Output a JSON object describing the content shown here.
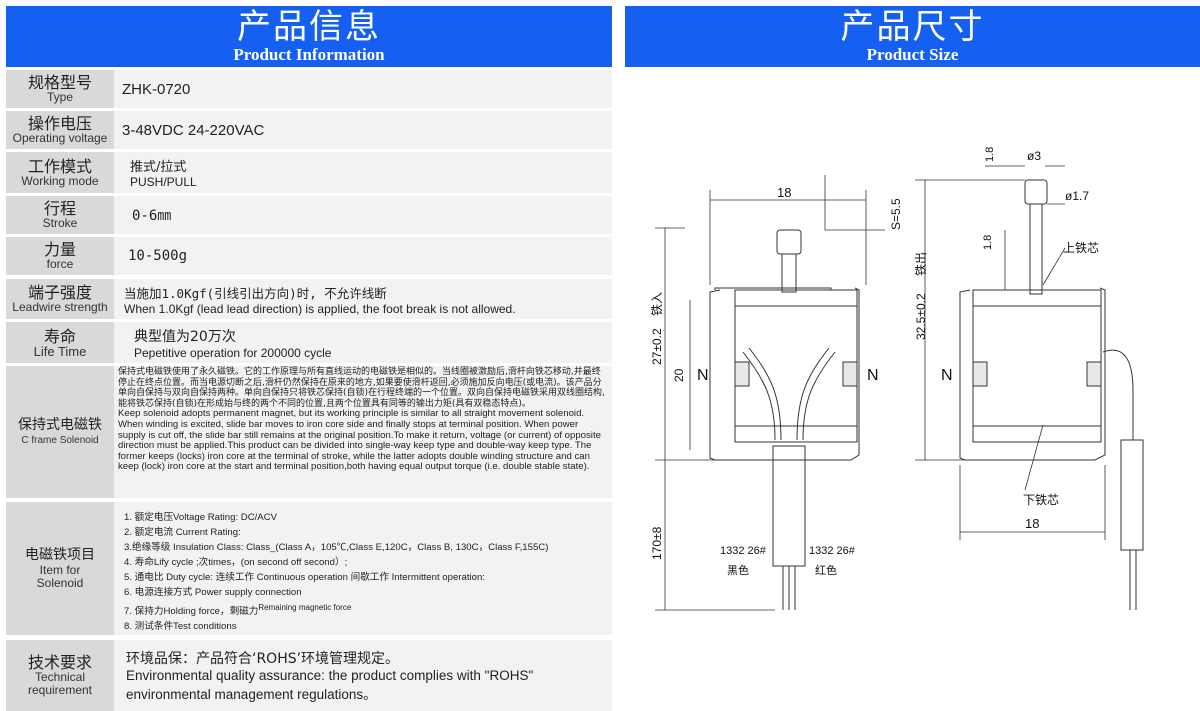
{
  "left_header": {
    "title_cn": "产品信息",
    "title_en": "Product Information"
  },
  "right_header": {
    "title_cn": "产品尺寸",
    "title_en": "Product Size"
  },
  "specs": {
    "type": {
      "label_cn": "规格型号",
      "label_en": "Type",
      "value": "ZHK-0720"
    },
    "voltage": {
      "label_cn": "操作电压",
      "label_en": "Operating voltage",
      "value": "3-48VDC 24-220VAC"
    },
    "mode": {
      "label_cn": "工作模式",
      "label_en": "Working mode",
      "value_cn": "推式/拉式",
      "value_en": "PUSH/PULL"
    },
    "stroke": {
      "label_cn": "行程",
      "label_en": "Stroke",
      "value": "0-6㎜"
    },
    "force": {
      "label_cn": "力量",
      "label_en": "force",
      "value": "10-500g"
    },
    "leadwire": {
      "label_cn": "端子强度",
      "label_en": "Leadwire strength",
      "value_cn": "当施加1.0Kgf(引线引出方向)时, 不允许线断",
      "value_en": "When 1.0Kgf (lead lead direction) is applied, the foot break is not allowed."
    },
    "life": {
      "label_cn": "寿命",
      "label_en": "Life Time",
      "value_cn": "典型值为20万次",
      "value_en": "Pepetitive operation for  200000 cycle"
    },
    "cframe": {
      "label_cn": "保持式电磁铁",
      "label_en": "C frame Solenoid",
      "para_cn": "保持式电磁铁使用了永久磁铁。它的工作原理与所有直线运动的电磁铁是相似的。当线圈被激励后,滑杆向铁芯移动,并最终停止在终点位置。而当电源切断之后,滑杆仍然保持在原来的地方,如果要使滑杆返回,必须施加反向电压(或电流)。该产品分单向自保持与双向自保持两种。单向自保持只将铁芯保持(自锁)在行程终端的一个位置。双向自保持电磁铁采用双线圈结构,能将铁芯保持(自锁)在形成始与终的两个不同的位置,且两个位置具有同等的输出力矩(具有双稳态特点)。",
      "para_en": "Keep solenoid adopts permanent magnet, but its working principle is similar to all straight movement solenoid. When winding is excited, slide bar moves to iron core side and finally stops at terminal position. When power supply is cut off, the slide bar still remains at the original position.To make it return, voltage (or current) of opposite direction must be applied.This product can be divided into single-way keep type and double-way keep type. The former keeps (locks) iron core at the terminal of stroke, while the latter adopts double winding structure and can keep (lock) iron core at the start and terminal position,both having equal output torque  (i.e. double stable state)."
    },
    "items": {
      "label_cn": "电磁铁项目",
      "label_en": "Item for Solenoid",
      "list": [
        "1. 额定电压Voltage Rating: DC/ACV",
        "2. 额定电流  Current Rating:",
        "3.绝缘等级 Insulation Class: Class_(Class A，105℃,Class E,120C，Class B, 130C，Class F,155C)",
        "4. 寿命Lify cycle ;次times，(on second off  second）;",
        "5. 通电比  Duty cycle: 连续工作 Continuous operation 间歇工作 Intermittent operation:",
        "6. 电源连接方式 Power supply connection",
        "7. 保持力Holding force，剩磁力",
        "8. 测试条件Test conditions"
      ],
      "remaining_note": "Remaining magnetic force"
    },
    "tech": {
      "label_cn": "技术要求",
      "label_en1": "Technical",
      "label_en2": "requirement",
      "value_cn": "环境品保：产品符合‘ROHS’环境管理规定。",
      "value_en1": "Environmental quality assurance: the product complies with \"ROHS\"",
      "value_en2": "environmental management regulations。"
    }
  },
  "drawing": {
    "dim_width_left": "18",
    "dim_ss": "S=5.5",
    "dim_height_left": "27±0.2",
    "dim_height_left_suffix": "铁入",
    "dim_inner": "20",
    "dim_lead": "170±8",
    "wire_left": "1332 26#",
    "wire_left_color": "黑色",
    "wire_right": "1332 26#",
    "wire_right_color": "红色",
    "pole_left": "N",
    "pole_right": "N",
    "dim_top": "1.8",
    "dim_d3": "ø3",
    "dim_d17": "ø1.7",
    "dim_18b": "1.8",
    "dim_height_right": "32.5±0.2",
    "dim_height_right_suffix": "铁出",
    "upper_core": "上铁芯",
    "lower_core": "下铁芯",
    "dim_width_right": "18"
  }
}
